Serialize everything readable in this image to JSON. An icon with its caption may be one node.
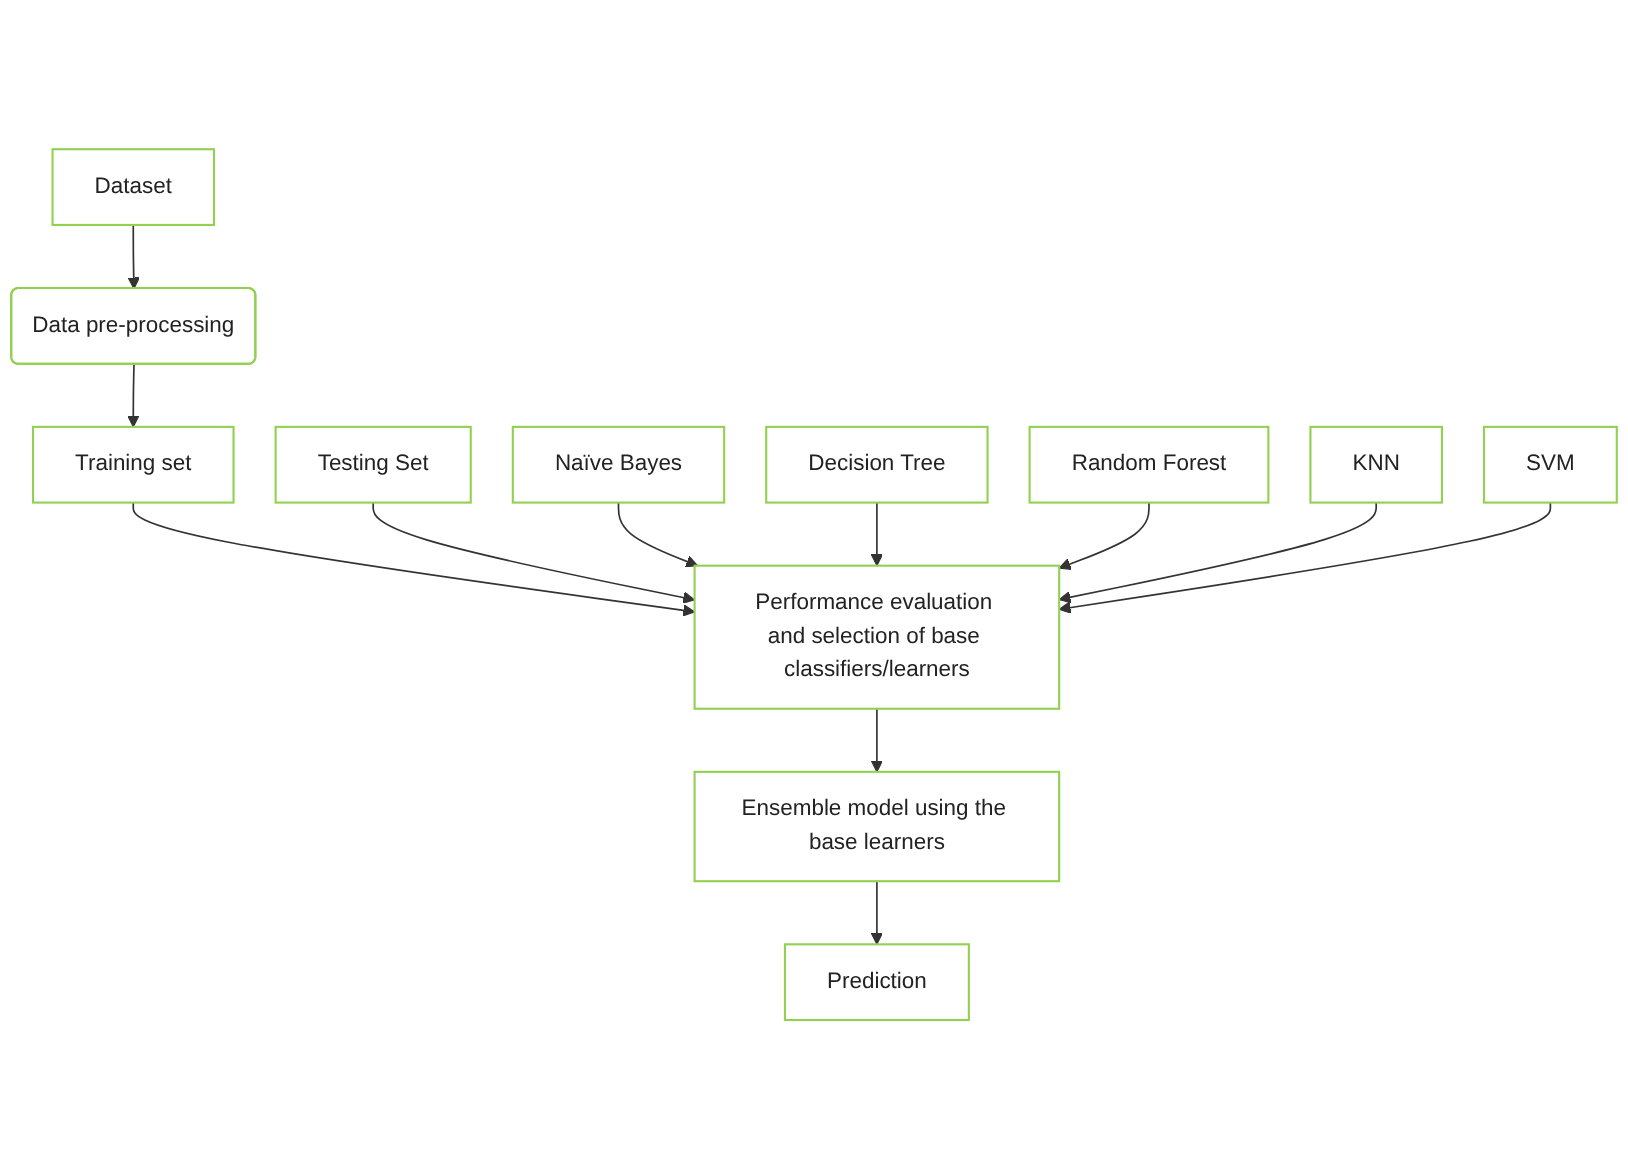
{
  "diagram": {
    "nodes": [
      {
        "text": [
          "Dataset"
        ]
      },
      {
        "text": [
          "Data pre-processing"
        ]
      },
      {
        "text": [
          "Training set"
        ]
      },
      {
        "text": [
          "Testing Set"
        ]
      },
      {
        "text": [
          "Performance evaluation and selection of base classifiers/learners"
        ]
      },
      {
        "text": [
          "Ensemble model using the base learners"
        ]
      },
      {
        "text": [
          "Prediction"
        ]
      },
      {
        "text": [
          "Naïve Bayes"
        ]
      },
      {
        "text": [
          "Decision Tree"
        ]
      },
      {
        "text": [
          "Random Forest"
        ]
      },
      {
        "text": [
          "KNN"
        ]
      },
      {
        "text": [
          "SVM"
        ]
      }
    ],
    "edges": [
      {
        "from": 0,
        "to": 1,
        "arrow": "to"
      },
      {
        "from": 1,
        "to": 2,
        "arrow": "to"
      },
      {
        "from": 2,
        "to": 4,
        "arrow": "to"
      },
      {
        "from": 3,
        "to": 4,
        "arrow": "to"
      },
      {
        "from": 7,
        "to": 4,
        "arrow": "to"
      },
      {
        "from": 8,
        "to": 4,
        "arrow": "to"
      },
      {
        "from": 9,
        "to": 4,
        "arrow": "to"
      },
      {
        "from": 10,
        "to": 4,
        "arrow": "to"
      },
      {
        "from": 11,
        "to": 4,
        "arrow": "to"
      },
      {
        "from": 4,
        "to": 5,
        "arrow": "to"
      },
      {
        "from": 5,
        "to": 6,
        "arrow": "to"
      }
    ]
  }
}
